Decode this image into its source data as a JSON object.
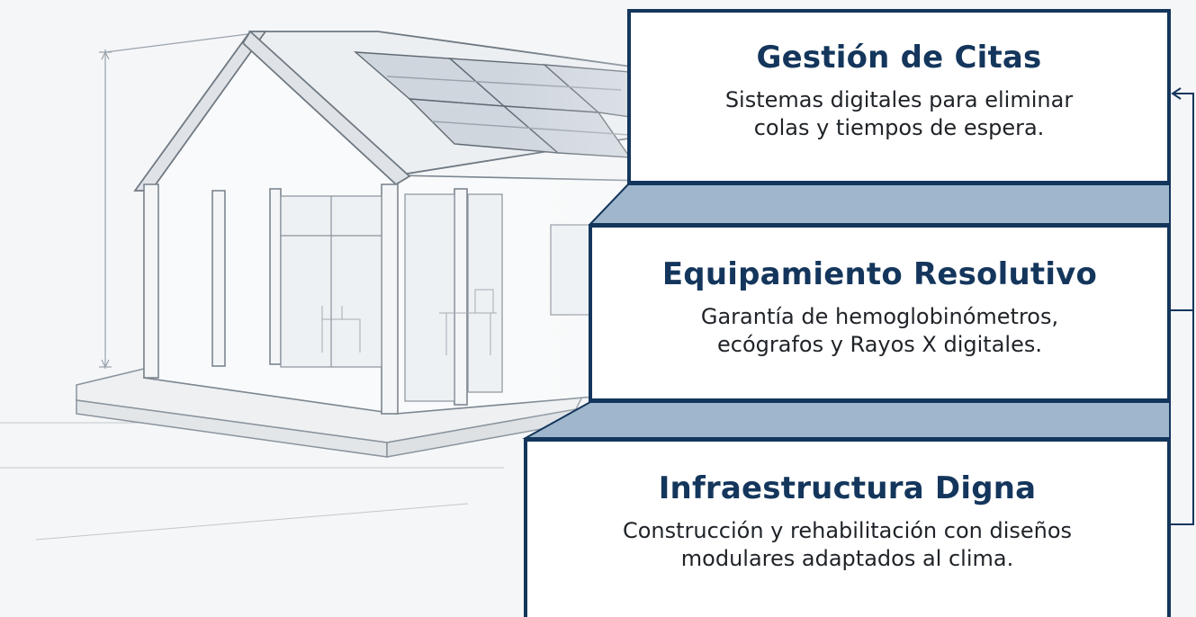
{
  "cards": [
    {
      "title": "Gestión de Citas",
      "line1": "Sistemas digitales para eliminar",
      "line2": "colas y tiempos de espera."
    },
    {
      "title": "Equipamiento Resolutivo",
      "line1": "Garantía de hemoglobinómetros,",
      "line2": "ecógrafos y Rayos X digitales."
    },
    {
      "title": "Infraestructura Digna",
      "line1": "Construcción y rehabilitación con diseños",
      "line2": "modulares adaptados al clima."
    }
  ],
  "colors": {
    "card_border": "#14365c",
    "title": "#14365c",
    "body_text": "#1f2328",
    "connector_fill": "#9fb6cc",
    "sketch_line": "#8a939c",
    "background": "#f4f6f8"
  },
  "illustration": "house-sketch-with-solar-panels-icon"
}
